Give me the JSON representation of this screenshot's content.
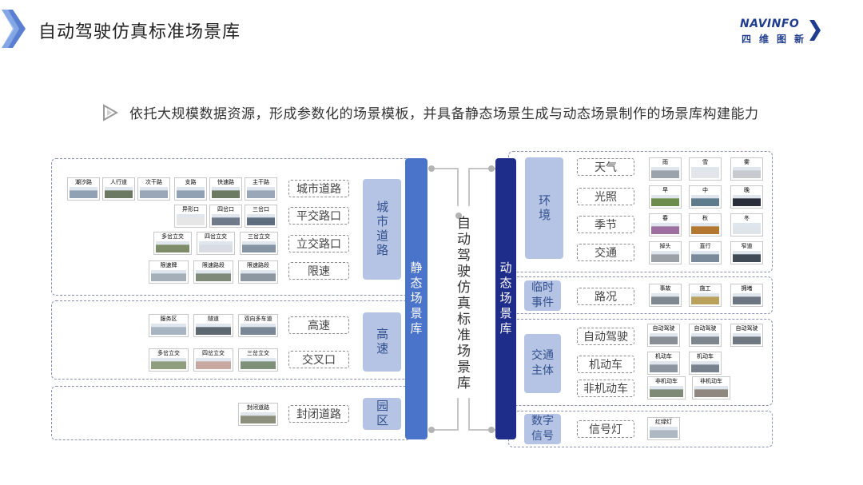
{
  "title": "自动驾驶仿真标准场景库",
  "logo": {
    "en": "NAVINFO",
    "cn": "四维图新"
  },
  "subtitle": "依托大规模数据资源，形成参数化的场景模板，并具备静态场景生成与动态场景制作的场景库构建能力",
  "center_label": "自动驾驶仿真标准场景库",
  "static_bar": "静态场景库",
  "dynamic_bar": "动态场景库",
  "static": {
    "city": {
      "category": "城市道路",
      "rows": [
        {
          "tag": "城市道路",
          "thumbs": [
            "潮汐路",
            "人行道",
            "次干路",
            "支路",
            "快速路",
            "主干路"
          ]
        },
        {
          "tag": "平交路口",
          "thumbs": [
            "异形口",
            "四岔口",
            "三岔口"
          ]
        },
        {
          "tag": "立交路口",
          "thumbs": [
            "多岔立交",
            "四岔立交",
            "三岔立交"
          ]
        },
        {
          "tag": "限速",
          "thumbs": [
            "限速牌",
            "限速路段",
            "限速路段"
          ]
        }
      ]
    },
    "highway": {
      "category": "高速",
      "rows": [
        {
          "tag": "高速",
          "thumbs": [
            "服务区",
            "隧道",
            "双向多车道"
          ]
        },
        {
          "tag": "交叉口",
          "thumbs": [
            "多岔立交",
            "四岔立交",
            "三岔立交"
          ]
        }
      ]
    },
    "park": {
      "category": "园区",
      "rows": [
        {
          "tag": "封闭道路",
          "thumbs": [
            "封闭道路"
          ]
        }
      ]
    }
  },
  "dynamic": {
    "environment": {
      "category": "环境",
      "rows": [
        {
          "tag": "天气",
          "thumbs": [
            "雨",
            "雪",
            "雾"
          ]
        },
        {
          "tag": "光照",
          "thumbs": [
            "早",
            "中",
            "晚"
          ]
        },
        {
          "tag": "季节",
          "thumbs": [
            "春",
            "秋",
            "冬"
          ]
        },
        {
          "tag": "交通",
          "thumbs": [
            "掉头",
            "直行",
            "窄道"
          ]
        }
      ]
    },
    "events": {
      "category": "临时事件",
      "rows": [
        {
          "tag": "路况",
          "thumbs": [
            "事故",
            "施工",
            "拥堵"
          ]
        }
      ]
    },
    "agents": {
      "category": "交通主体",
      "rows": [
        {
          "tag": "自动驾驶",
          "thumbs": [
            "自动驾驶",
            "自动驾驶",
            "自动驾驶"
          ]
        },
        {
          "tag": "机动车",
          "thumbs": [
            "机动车",
            "机动车"
          ]
        },
        {
          "tag": "非机动车",
          "thumbs": [
            "非机动车",
            "非机动车"
          ]
        }
      ]
    },
    "signal": {
      "category": "数字信号",
      "rows": [
        {
          "tag": "信号灯",
          "thumbs": [
            "红绿灯"
          ]
        }
      ]
    }
  },
  "colors": {
    "static_bar": "#4a74c9",
    "dynamic_bar": "#1f2d8a",
    "category_bg": "#b5c4e4",
    "category_text": "#33508e",
    "accent": "#1f3c8f"
  }
}
